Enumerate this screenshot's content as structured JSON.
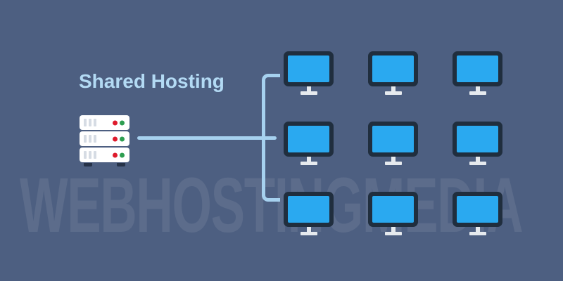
{
  "diagram": {
    "title": "Shared Hosting",
    "watermark": "WEBHOSTINGMEDIA"
  },
  "server": {
    "rack_units": 3,
    "slots_per_unit": 3,
    "leds_per_unit": [
      "red",
      "green"
    ]
  },
  "clients": {
    "rows": 3,
    "columns": 3,
    "total": 9
  },
  "colors": {
    "background": "#4d5f81",
    "title_text": "#b3daf4",
    "connector": "#a6d1ef",
    "watermark": "rgba(255,255,255,0.085)",
    "monitor_frame": "#202e3e",
    "monitor_screen": "#2aa9f0",
    "monitor_stand": "#e6eaee",
    "server_body": "#ffffff",
    "server_slot": "#d6dce4",
    "led_red": "#de1b2c",
    "led_green": "#2e9e51",
    "server_foot": "#263248"
  }
}
